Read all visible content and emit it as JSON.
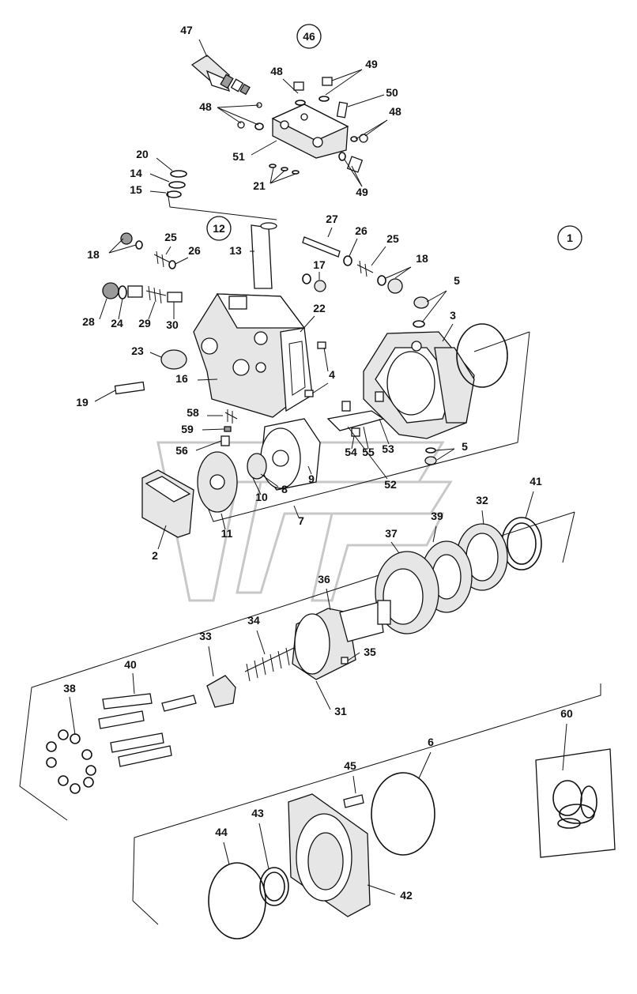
{
  "callouts": [
    {
      "id": "c47",
      "text": "47"
    },
    {
      "id": "c48a",
      "text": "48"
    },
    {
      "id": "c49a",
      "text": "49"
    },
    {
      "id": "c50",
      "text": "50"
    },
    {
      "id": "c48b",
      "text": "48"
    },
    {
      "id": "c48c",
      "text": "48"
    },
    {
      "id": "c51",
      "text": "51"
    },
    {
      "id": "c20",
      "text": "20"
    },
    {
      "id": "c14",
      "text": "14"
    },
    {
      "id": "c15",
      "text": "15"
    },
    {
      "id": "c21",
      "text": "21"
    },
    {
      "id": "c49b",
      "text": "49"
    },
    {
      "id": "c27",
      "text": "27"
    },
    {
      "id": "c25a",
      "text": "25"
    },
    {
      "id": "c26a",
      "text": "26"
    },
    {
      "id": "c18a",
      "text": "18"
    },
    {
      "id": "c13",
      "text": "13"
    },
    {
      "id": "c26b",
      "text": "26"
    },
    {
      "id": "c25b",
      "text": "25"
    },
    {
      "id": "c18b",
      "text": "18"
    },
    {
      "id": "c17",
      "text": "17"
    },
    {
      "id": "c5a",
      "text": "5"
    },
    {
      "id": "c28",
      "text": "28"
    },
    {
      "id": "c24",
      "text": "24"
    },
    {
      "id": "c29",
      "text": "29"
    },
    {
      "id": "c30",
      "text": "30"
    },
    {
      "id": "c22",
      "text": "22"
    },
    {
      "id": "c3",
      "text": "3"
    },
    {
      "id": "c23",
      "text": "23"
    },
    {
      "id": "c4",
      "text": "4"
    },
    {
      "id": "c16",
      "text": "16"
    },
    {
      "id": "c19",
      "text": "19"
    },
    {
      "id": "c58",
      "text": "58"
    },
    {
      "id": "c59",
      "text": "59"
    },
    {
      "id": "c56",
      "text": "56"
    },
    {
      "id": "c54",
      "text": "54"
    },
    {
      "id": "c55",
      "text": "55"
    },
    {
      "id": "c53",
      "text": "53"
    },
    {
      "id": "c5b",
      "text": "5"
    },
    {
      "id": "c9",
      "text": "9"
    },
    {
      "id": "c8",
      "text": "8"
    },
    {
      "id": "c52",
      "text": "52"
    },
    {
      "id": "c10",
      "text": "10"
    },
    {
      "id": "c7",
      "text": "7"
    },
    {
      "id": "c11",
      "text": "11"
    },
    {
      "id": "c2",
      "text": "2"
    },
    {
      "id": "c41",
      "text": "41"
    },
    {
      "id": "c32",
      "text": "32"
    },
    {
      "id": "c39",
      "text": "39"
    },
    {
      "id": "c37",
      "text": "37"
    },
    {
      "id": "c36",
      "text": "36"
    },
    {
      "id": "c34",
      "text": "34"
    },
    {
      "id": "c33",
      "text": "33"
    },
    {
      "id": "c35",
      "text": "35"
    },
    {
      "id": "c40",
      "text": "40"
    },
    {
      "id": "c38",
      "text": "38"
    },
    {
      "id": "c31",
      "text": "31"
    },
    {
      "id": "c60",
      "text": "60"
    },
    {
      "id": "c6",
      "text": "6"
    },
    {
      "id": "c45",
      "text": "45"
    },
    {
      "id": "c43",
      "text": "43"
    },
    {
      "id": "c44",
      "text": "44"
    },
    {
      "id": "c42",
      "text": "42"
    }
  ],
  "circled_callouts": [
    {
      "id": "cc46",
      "text": "46"
    },
    {
      "id": "cc12",
      "text": "12"
    },
    {
      "id": "cc1",
      "text": "1"
    }
  ]
}
